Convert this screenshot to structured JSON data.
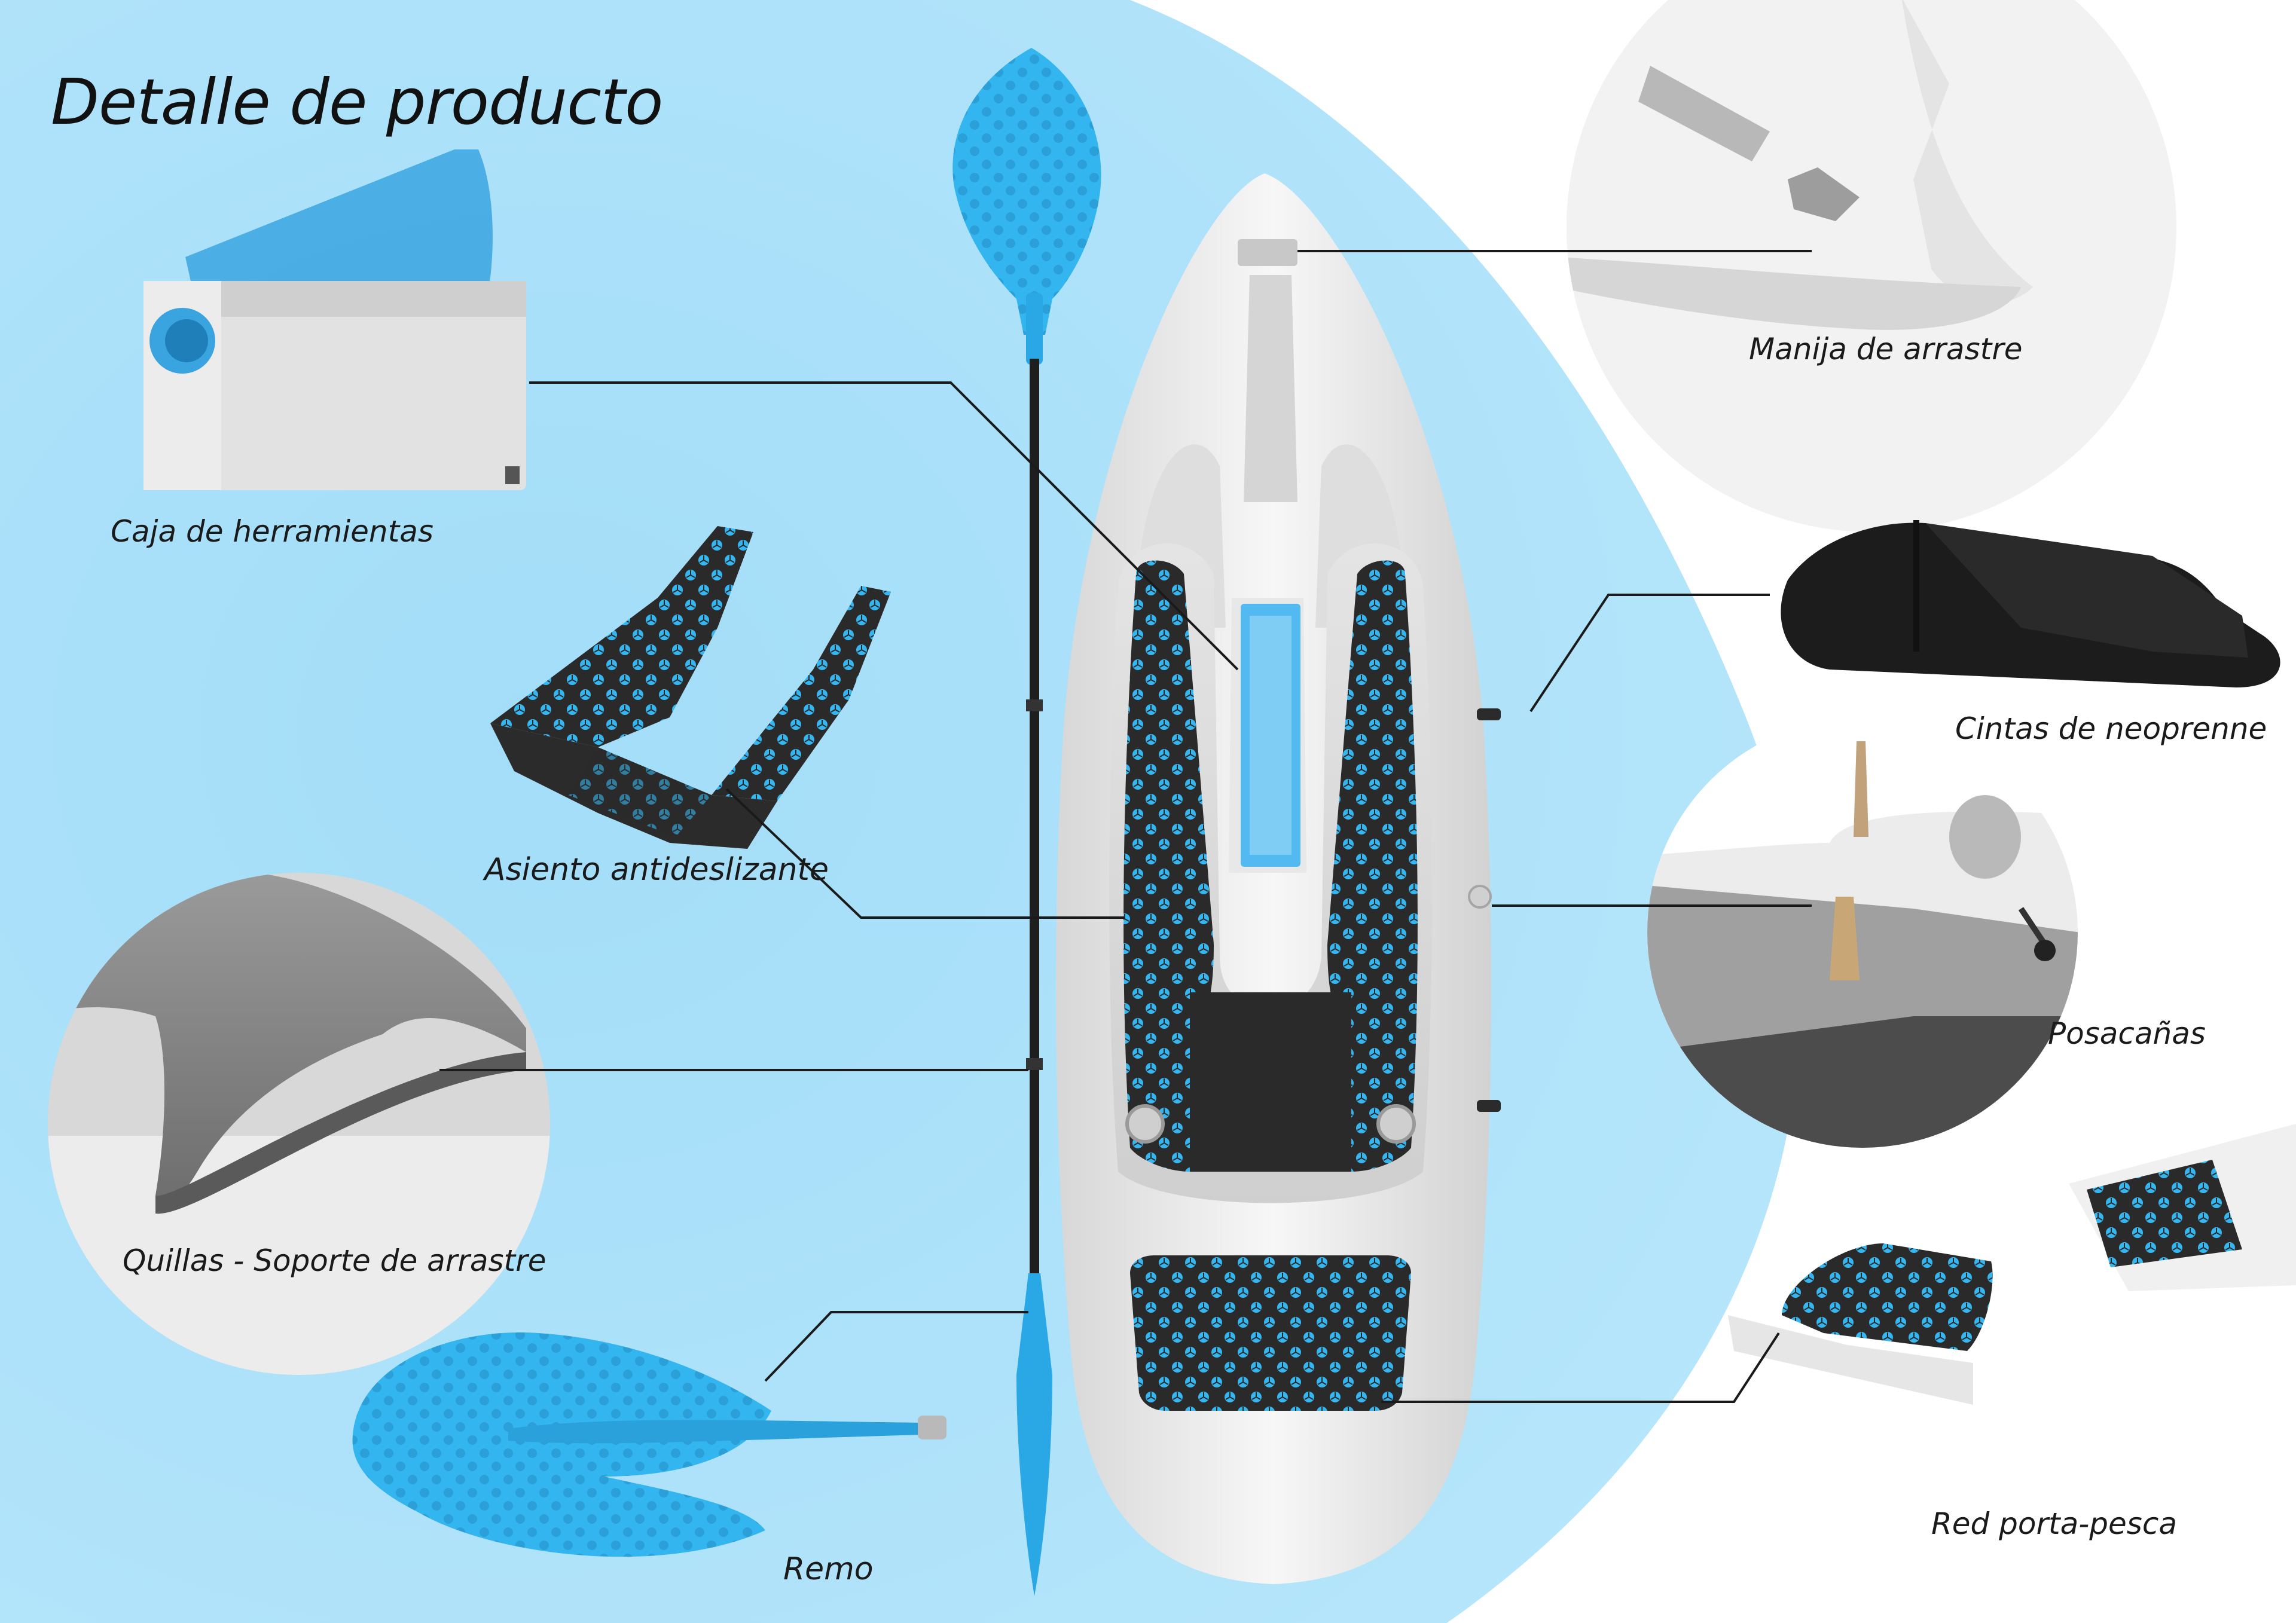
{
  "title": "Detalle de producto",
  "labels": {
    "toolbox": "Caja de herramientas",
    "seat": "Asiento antideslizante",
    "keel": "Quillas - Soporte de arrastre",
    "paddle": "Remo",
    "handle": "Manija de arrastre",
    "straps": "Cintas de neoprenne",
    "rod_holder": "Posacañas",
    "net": "Red porta-pesca"
  },
  "colors": {
    "background_blue": "#a9e0fa",
    "accent_blue": "#2fb4ef",
    "hull_white": "#f0f0f0",
    "mat_dark": "#2b2b2b"
  }
}
